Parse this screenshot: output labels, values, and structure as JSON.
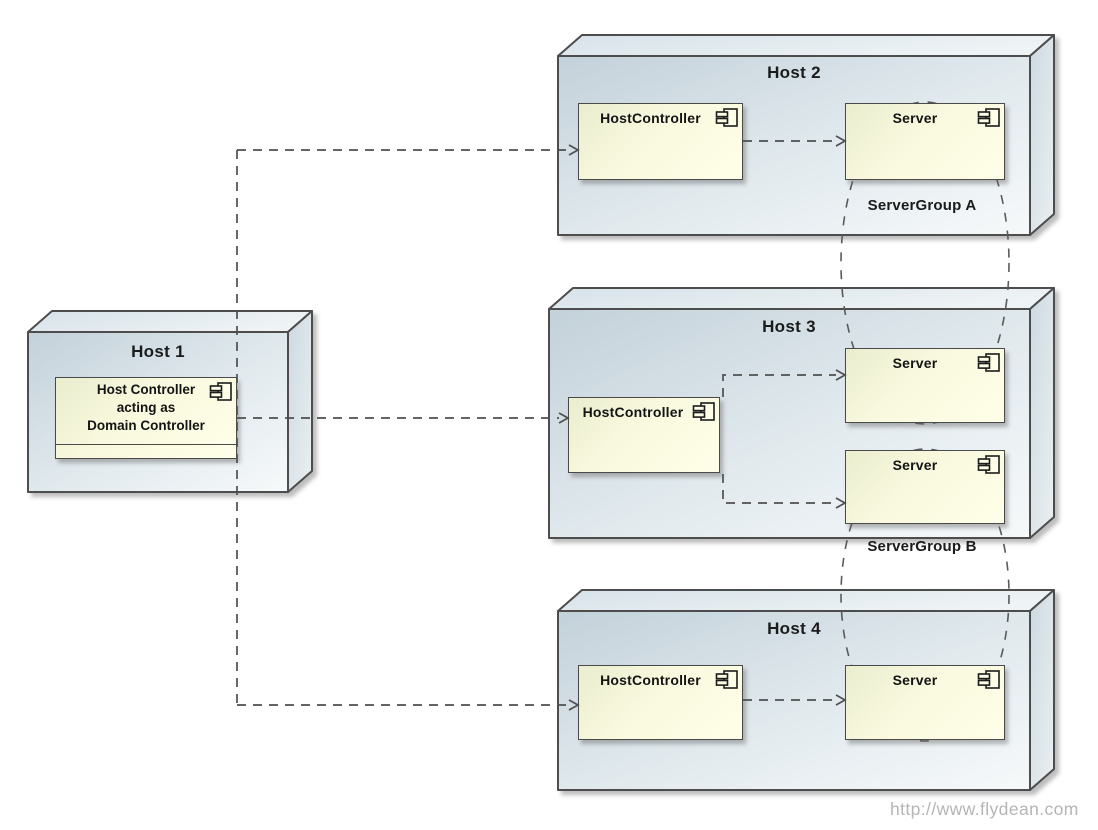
{
  "diagram_type": "uml-deployment-diagram",
  "hosts": {
    "host1": {
      "title": "Host 1",
      "component": {
        "line1": "Host Controller",
        "line2": "acting as",
        "line3": "Domain Controller"
      }
    },
    "host2": {
      "title": "Host 2",
      "host_controller": "HostController",
      "server": "Server"
    },
    "host3": {
      "title": "Host 3",
      "host_controller": "HostController",
      "server_top": "Server",
      "server_bottom": "Server"
    },
    "host4": {
      "title": "Host 4",
      "host_controller": "HostController",
      "server": "Server"
    }
  },
  "server_groups": {
    "a": {
      "label": "ServerGroup A",
      "members": [
        "Host 2 / Server",
        "Host 3 / Server (top)"
      ]
    },
    "b": {
      "label": "ServerGroup B",
      "members": [
        "Host 3 / Server (bottom)",
        "Host 4 / Server"
      ]
    }
  },
  "connections": [
    {
      "from": "Host 1 / Host Controller acting as Domain Controller",
      "to": "Host 2 / HostController",
      "style": "dashed-arrow"
    },
    {
      "from": "Host 1 / Host Controller acting as Domain Controller",
      "to": "Host 3 / HostController",
      "style": "dashed-arrow"
    },
    {
      "from": "Host 1 / Host Controller acting as Domain Controller",
      "to": "Host 4 / HostController",
      "style": "dashed-arrow"
    },
    {
      "from": "Host 2 / HostController",
      "to": "Host 2 / Server",
      "style": "dashed-arrow"
    },
    {
      "from": "Host 3 / HostController",
      "to": "Host 3 / Server (top)",
      "style": "dashed-arrow"
    },
    {
      "from": "Host 3 / HostController",
      "to": "Host 3 / Server (bottom)",
      "style": "dashed-arrow"
    },
    {
      "from": "Host 4 / HostController",
      "to": "Host 4 / Server",
      "style": "dashed-arrow"
    }
  ],
  "watermark": "http://www.flydean.com",
  "colors": {
    "host_fill_dark": "#c3d1da",
    "host_fill_light": "#f4f7f8",
    "component_fill": "#f9f9df",
    "border": "#4a4a4a",
    "connector": "#4f4f4f",
    "watermark_text": "#b5b5b5"
  }
}
